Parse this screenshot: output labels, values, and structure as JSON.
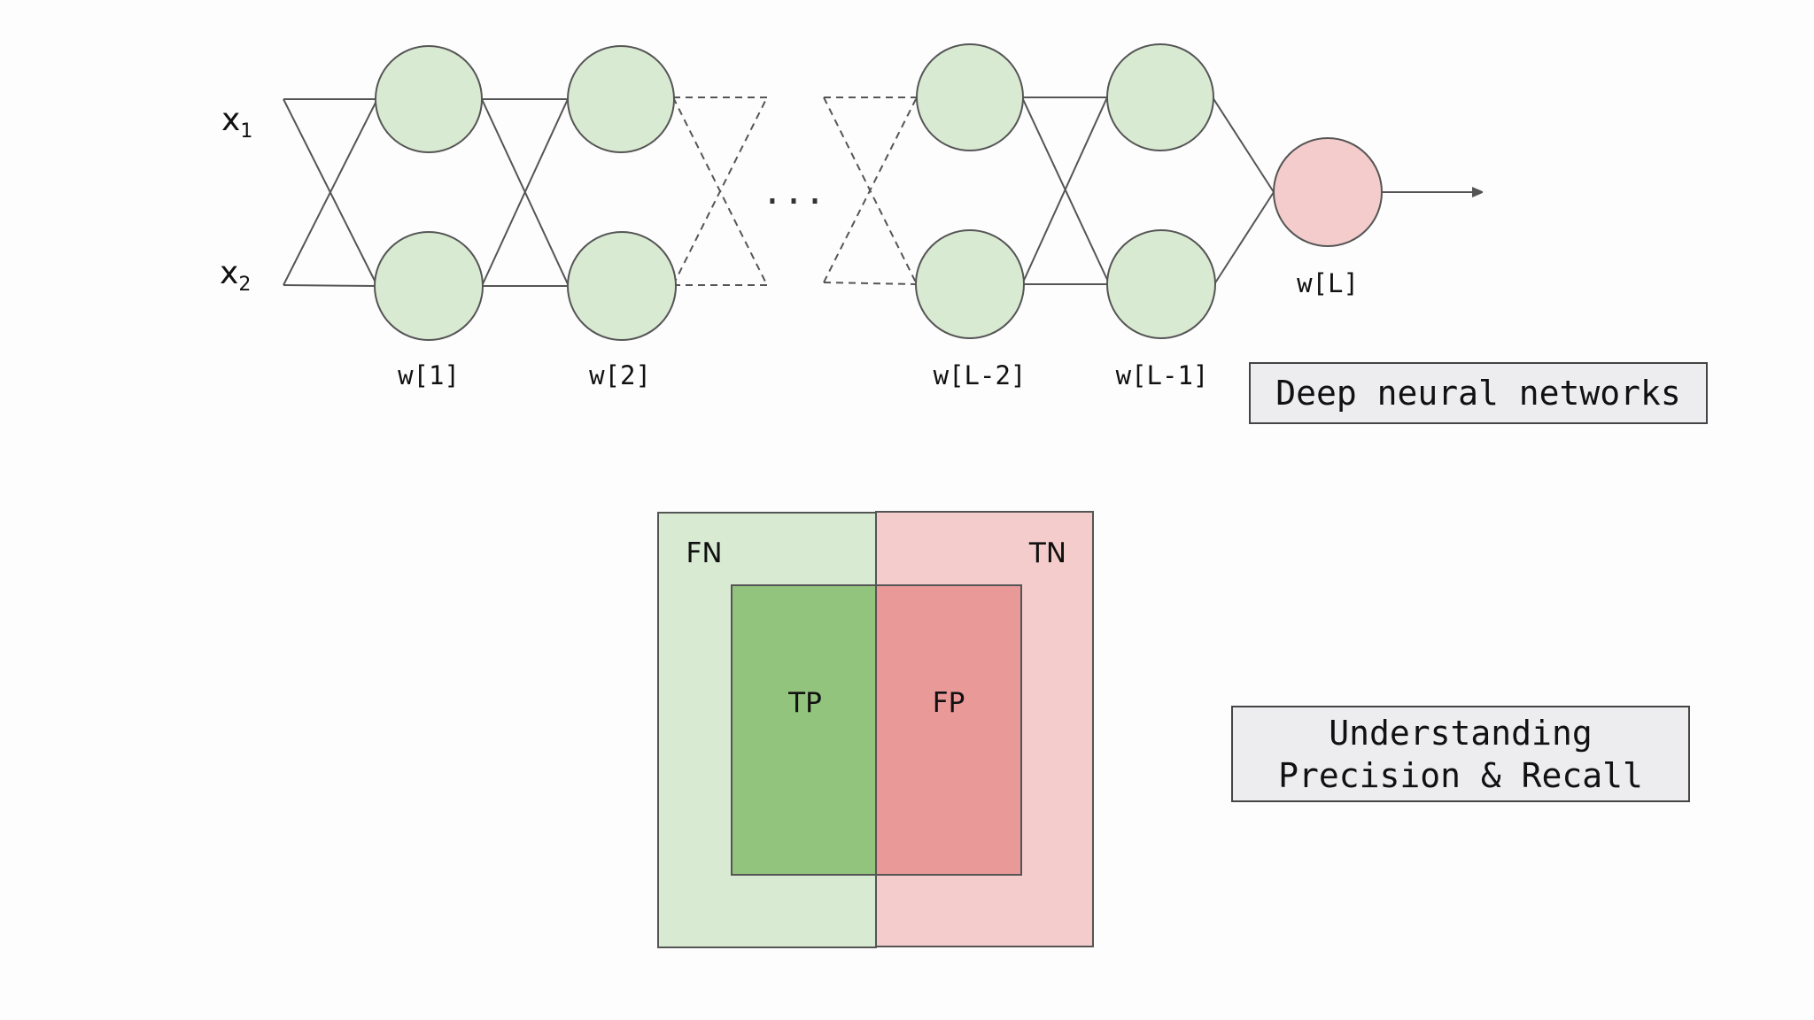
{
  "neural_network": {
    "inputs": [
      "x",
      "x"
    ],
    "input_subscripts": [
      "1",
      "2"
    ],
    "layer_labels": [
      "w[1]",
      "w[2]",
      "w[L-2]",
      "w[L-1]"
    ],
    "output_label": "w[L]",
    "ellipsis": "...",
    "colors": {
      "hidden_node": "#d9ead3",
      "output_node": "#f4cccc",
      "stroke": "#555555"
    }
  },
  "confusion_diagram": {
    "regions": {
      "fn": "FN",
      "tn": "TN",
      "tp": "TP",
      "fp": "FP"
    },
    "colors": {
      "fn": "#d9ead3",
      "tn": "#f4cccc",
      "tp": "#93c47d",
      "fp": "#ea9999"
    }
  },
  "titles": {
    "dnn": "Deep neural networks",
    "pr_line1": "Understanding",
    "pr_line2": "Precision & Recall"
  }
}
